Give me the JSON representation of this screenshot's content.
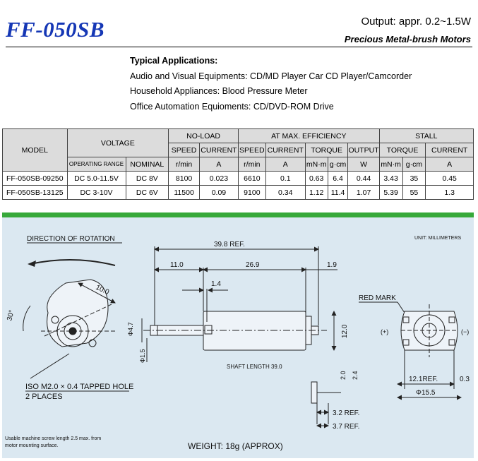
{
  "header": {
    "title": "FF-050SB",
    "output": "Output: appr. 0.2~1.5W",
    "subtitle": "Precious Metal-brush Motors"
  },
  "applications": {
    "heading": "Typical Applications:",
    "items": [
      "Audio and Visual Equipments: CD/MD Player Car CD Player/Camcorder",
      "Household Appliances: Blood Pressure Meter",
      "Office Automation Equioments: CD/DVD-ROM Drive"
    ]
  },
  "table": {
    "col_model": "MODEL",
    "col_voltage": "VOLTAGE",
    "col_noload": "NO-LOAD",
    "col_maxeff": "AT MAX. EFFICIENCY",
    "col_stall": "STALL",
    "sub_operating": "OPERATING RANGE",
    "sub_nominal": "NOMINAL",
    "sub_speed": "SPEED",
    "sub_current": "CURRENT",
    "sub_torque": "TORQUE",
    "sub_output": "OUTPUT",
    "unit_rmin": "r/min",
    "unit_a": "A",
    "unit_mnm": "mN·m",
    "unit_gcm": "g·cm",
    "unit_w": "W",
    "rows": [
      [
        "FF-050SB-09250",
        "DC 5.0-11.5V",
        "DC 8V",
        "8100",
        "0.023",
        "6610",
        "0.1",
        "0.63",
        "6.4",
        "0.44",
        "3.43",
        "35",
        "0.45"
      ],
      [
        "FF-050SB-13125",
        "DC 3-10V",
        "DC 6V",
        "11500",
        "0.09",
        "9100",
        "0.34",
        "1.12",
        "11.4",
        "1.07",
        "5.39",
        "55",
        "1.3"
      ]
    ]
  },
  "drawing": {
    "direction_label": "DIRECTION OF ROTATION",
    "unit_label": "UNIT: MILLIMETERS",
    "dim_total": "39.8 REF.",
    "dim_11": "11.0",
    "dim_269": "26.9",
    "dim_19": "1.9",
    "dim_14": "1.4",
    "dim_100": "10.0",
    "dim_30deg": "30°",
    "dim_phi47": "Φ4.7",
    "dim_phi15": "Φ1.5",
    "dim_120": "12.0",
    "shaft_length": "SHAFT LENGTH  39.0",
    "tapped_hole_1": "ISO M2.0 × 0.4 TAPPED HOLE",
    "tapped_hole_2": "2 PLACES",
    "dim_20": "2.0",
    "dim_24": "2.4",
    "dim_32": "3.2 REF.",
    "dim_37": "3.7 REF.",
    "red_mark": "RED MARK",
    "plus": "(+)",
    "minus": "(−)",
    "dim_121": "12.1REF.",
    "dim_03": "0.3",
    "dim_phi155": "Φ15.5",
    "screw_note_1": "Usable machine screw length 2.5 max. from",
    "screw_note_2": "motor mounting surface.",
    "weight": "WEIGHT: 18g (APPROX)"
  },
  "colors": {
    "title_blue": "#1537b5",
    "drawing_bg": "#dbe8f1",
    "drawing_border": "#37a93a"
  }
}
